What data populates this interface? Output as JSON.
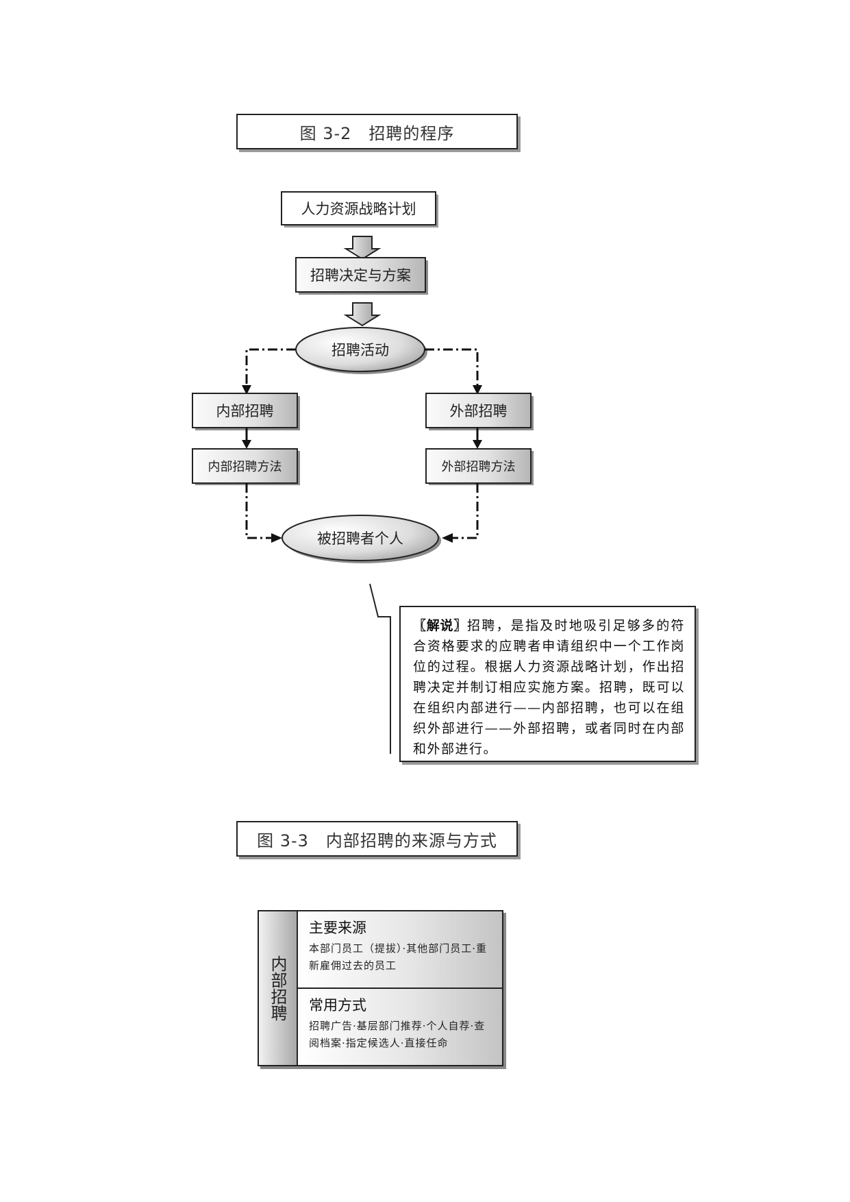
{
  "figure1": {
    "caption": "图 3-2　招聘的程序",
    "nodes": {
      "plan": "人力资源战略计划",
      "decision": "招聘决定与方案",
      "activity": "招聘活动",
      "internal": "内部招聘",
      "external": "外部招聘",
      "internal_method": "内部招聘方法",
      "external_method": "外部招聘方法",
      "candidate": "被招聘者个人"
    },
    "explanation": {
      "lead": "〖解说〗",
      "text": "招聘，是指及时地吸引足够多的符合资格要求的应聘者申请组织中一个工作岗位的过程。根据人力资源战略计划，作出招聘决定并制订相应实施方案。招聘，既可以在组织内部进行——内部招聘，也可以在组织外部进行——外部招聘，或者同时在内部和外部进行。"
    }
  },
  "figure2": {
    "caption": "图 3-3　内部招聘的来源与方式",
    "side_label": "内部招聘",
    "sections": [
      {
        "title": "主要来源",
        "text": "本部门员工（提拔）·其他部门员工·重新雇佣过去的员工"
      },
      {
        "title": "常用方式",
        "text": "招聘广告·基层部门推荐·个人自荐·查阅档案·指定候选人·直接任命"
      }
    ]
  }
}
